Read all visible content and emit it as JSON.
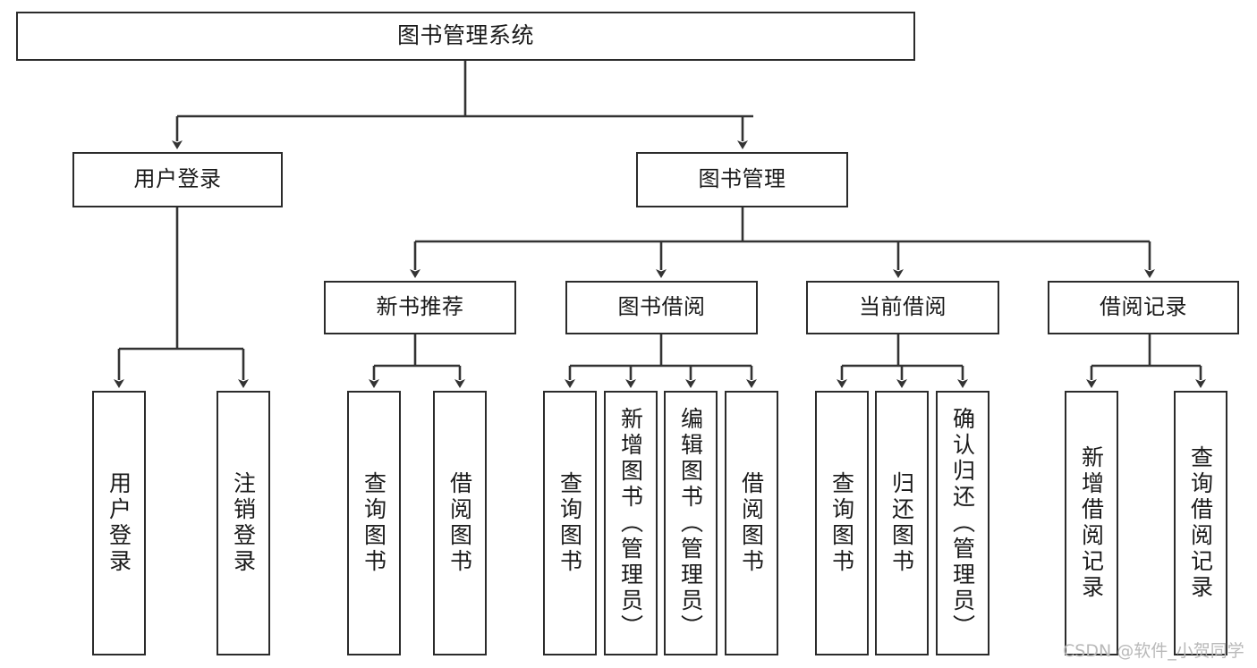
{
  "diagram": {
    "type": "tree-hierarchy-chart",
    "title": "图书管理系统",
    "watermark": "CSDN @软件_小贺同学",
    "colors": {
      "box_border": "#2b2b2b",
      "box_fill": "#ffffff",
      "edge": "#333333",
      "text": "#1a1a1a",
      "watermark": "#b9b9b9"
    },
    "nodes": {
      "root": {
        "label": "图书管理系统",
        "level": 1,
        "orientation": "horizontal"
      },
      "l2": [
        {
          "id": "user-login",
          "label": "用户登录",
          "level": 2,
          "orientation": "horizontal"
        },
        {
          "id": "book-manage",
          "label": "图书管理",
          "level": 2,
          "orientation": "horizontal"
        }
      ],
      "l3": [
        {
          "id": "new-book-recommend",
          "label": "新书推荐",
          "level": 3,
          "orientation": "horizontal"
        },
        {
          "id": "book-borrow",
          "label": "图书借阅",
          "level": 3,
          "orientation": "horizontal"
        },
        {
          "id": "current-borrow",
          "label": "当前借阅",
          "level": 3,
          "orientation": "horizontal"
        },
        {
          "id": "borrow-record",
          "label": "借阅记录",
          "level": 3,
          "orientation": "horizontal"
        }
      ],
      "leaves": [
        {
          "id": "leaf-user-login",
          "label": "用户登录",
          "parent": "user-login",
          "orientation": "vertical"
        },
        {
          "id": "leaf-user-logout",
          "label": "注销登录",
          "parent": "user-login",
          "orientation": "vertical"
        },
        {
          "id": "leaf-query-book-1",
          "label": "查询图书",
          "parent": "new-book-recommend",
          "orientation": "vertical"
        },
        {
          "id": "leaf-borrow-book-1",
          "label": "借阅图书",
          "parent": "new-book-recommend",
          "orientation": "vertical"
        },
        {
          "id": "leaf-query-book-2",
          "label": "查询图书",
          "parent": "book-borrow",
          "orientation": "vertical"
        },
        {
          "id": "leaf-add-book",
          "label": "新增图书（管理员）",
          "parent": "book-borrow",
          "orientation": "vertical"
        },
        {
          "id": "leaf-edit-book",
          "label": "编辑图书（管理员）",
          "parent": "book-borrow",
          "orientation": "vertical"
        },
        {
          "id": "leaf-borrow-book-2",
          "label": "借阅图书",
          "parent": "book-borrow",
          "orientation": "vertical"
        },
        {
          "id": "leaf-query-book-3",
          "label": "查询图书",
          "parent": "current-borrow",
          "orientation": "vertical"
        },
        {
          "id": "leaf-return-book",
          "label": "归还图书",
          "parent": "current-borrow",
          "orientation": "vertical"
        },
        {
          "id": "leaf-confirm-return",
          "label": "确认归还（管理员）",
          "parent": "current-borrow",
          "orientation": "vertical"
        },
        {
          "id": "leaf-add-record",
          "label": "新增借阅记录",
          "parent": "borrow-record",
          "orientation": "vertical"
        },
        {
          "id": "leaf-query-record",
          "label": "查询借阅记录",
          "parent": "borrow-record",
          "orientation": "vertical"
        }
      ]
    }
  }
}
